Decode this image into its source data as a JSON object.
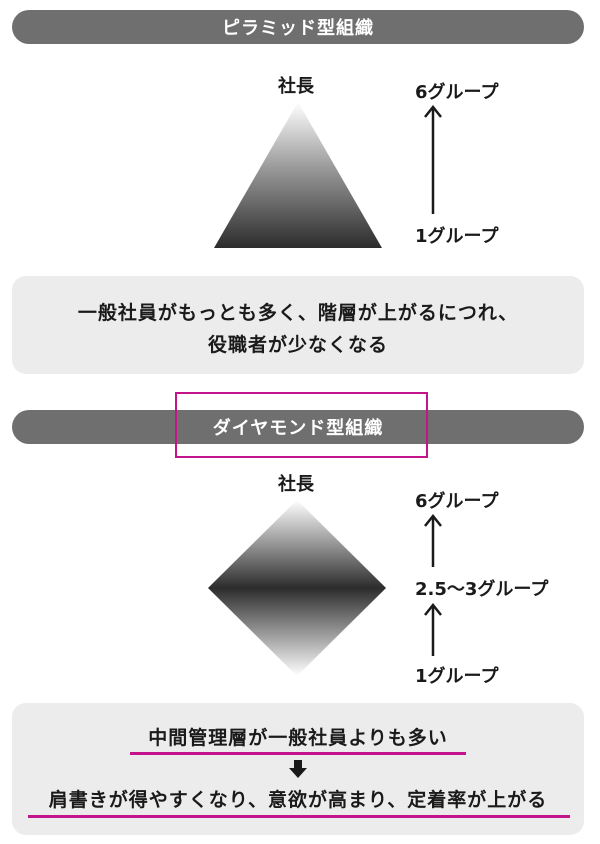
{
  "pyramid": {
    "title": "ピラミッド型組織",
    "top_label": "社長",
    "arrow_top": "6グループ",
    "arrow_bottom": "1グループ",
    "note_line1": "一般社員がもっとも多く、階層が上がるにつれ、",
    "note_line2": "役職者が少なくなる"
  },
  "diamond": {
    "title": "ダイヤモンド型組織",
    "top_label": "社長",
    "arrow_top": "6グループ",
    "arrow_middle": "2.5～3グループ",
    "arrow_bottom": "1グループ",
    "note_line1": "中間管理層が一般社員よりも多い",
    "note_line2": "肩書きが得やすくなり、意欲が高まり、定着率が上がる"
  },
  "colors": {
    "banner": "#6f6f6f",
    "accent": "#c4148c",
    "note_bg": "#ececec"
  }
}
